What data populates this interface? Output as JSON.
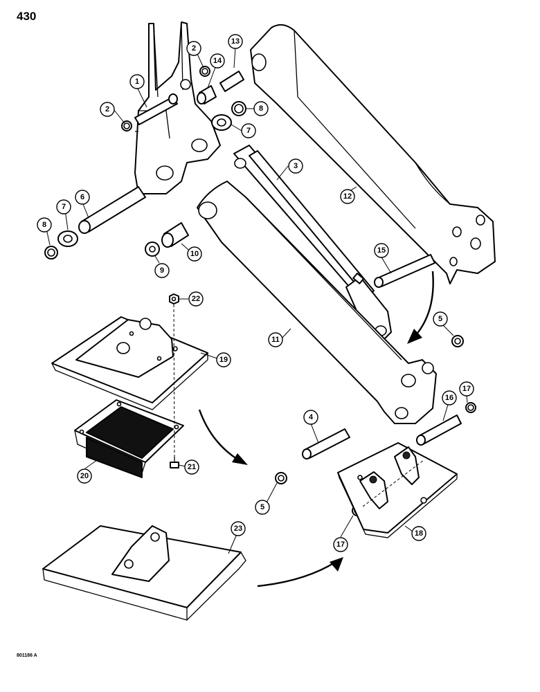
{
  "page_number": "430",
  "figure_code": "801186 A",
  "callouts": [
    "1",
    "2",
    "2",
    "3",
    "4",
    "5",
    "5",
    "6",
    "7",
    "7",
    "8",
    "8",
    "9",
    "10",
    "11",
    "12",
    "13",
    "14",
    "15",
    "16",
    "17",
    "17",
    "18",
    "19",
    "20",
    "21",
    "22",
    "23"
  ]
}
